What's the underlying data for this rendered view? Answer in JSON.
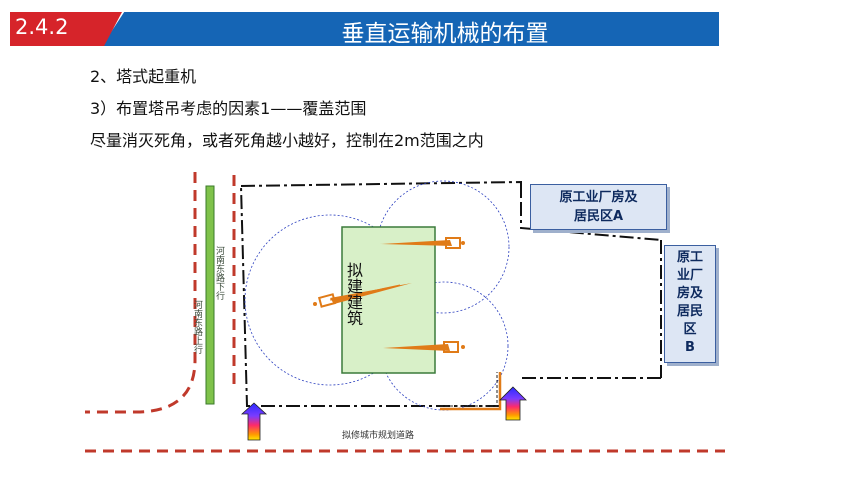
{
  "header": {
    "section_number": "2.4.2",
    "title": "垂直运输机械的布置"
  },
  "content": {
    "line1": "2、塔式起重机",
    "line2": "3）布置塔吊考虑的因素1——覆盖范围",
    "line3": "尽量消灭死角，或者死角越小越好，控制在2m范围之内"
  },
  "diagram": {
    "building_label": "拟建建筑",
    "box_a_label_line1": "原工业厂房及",
    "box_a_label_line2": "居民区A",
    "box_b_lines": [
      "原工",
      "业厂",
      "房及",
      "居民",
      "区",
      "B"
    ],
    "road_down_label": "河南东路下行",
    "road_up_label": "河南东路上行",
    "planned_road_label": "拟修城市规划道路"
  },
  "colors": {
    "header_red": "#d6242a",
    "header_blue": "#1565b5",
    "road_dash": "#c0392b",
    "building_fill": "#d8f0c8",
    "building_border": "#3a7a3a",
    "crane_orange": "#e07b18",
    "coverage_circle": "#2b3fbf",
    "green_strip": "#7fc24a"
  },
  "icons": [
    "entrance-arrow-icon",
    "tower-crane-icon"
  ]
}
